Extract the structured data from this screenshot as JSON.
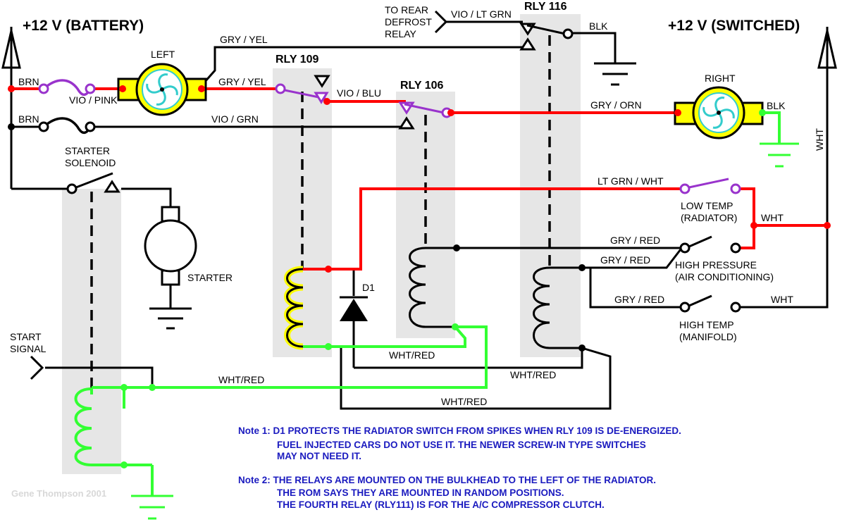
{
  "power": {
    "battery": "+12 V (BATTERY)",
    "switched": "+12 V (SWITCHED)"
  },
  "relays": {
    "rly109": "RLY 109",
    "rly106": "RLY 106",
    "rly116": "RLY 116"
  },
  "fans": {
    "left": "LEFT",
    "right": "RIGHT"
  },
  "wires": {
    "brn_top": "BRN",
    "brn_bottom": "BRN",
    "vio_pink": "VIO / PINK",
    "vio_grn": "VIO / GRN",
    "gry_yel_top": "GRY / YEL",
    "gry_yel_mid": "GRY / YEL",
    "vio_blu": "VIO / BLU",
    "vio_lt_grn": "VIO / LT GRN",
    "blk_rly116": "BLK",
    "gry_orn": "GRY / ORN",
    "blk_right_fan": "BLK",
    "wht_vertical": "WHT",
    "lt_grn_wht": "LT GRN / WHT",
    "wht_switch": "WHT",
    "gry_red_1": "GRY / RED",
    "gry_red_2": "GRY / RED",
    "gry_red_3": "GRY / RED",
    "wht_high_temp": "WHT",
    "wht_red_1": "WHT/RED",
    "wht_red_2": "WHT/RED",
    "wht_red_3": "WHT/RED",
    "wht_red_4": "WHT/RED"
  },
  "defrost": [
    "TO REAR",
    "DEFROST",
    "RELAY"
  ],
  "starter_solenoid": [
    "STARTER",
    "SOLENOID"
  ],
  "starter": "STARTER",
  "start_signal": [
    "START",
    "SIGNAL"
  ],
  "diode": "D1",
  "switches": {
    "low_temp": [
      "LOW TEMP",
      "(RADIATOR)"
    ],
    "high_pressure": [
      "HIGH PRESSURE",
      "(AIR CONDITIONING)"
    ],
    "high_temp": [
      "HIGH TEMP",
      "(MANIFOLD)"
    ]
  },
  "notes": {
    "note1": [
      "Note 1: D1 PROTECTS THE RADIATOR SWITCH FROM SPIKES WHEN RLY 109 IS DE-ENERGIZED.",
      "FUEL INJECTED CARS DO NOT USE IT. THE NEWER SCREW-IN TYPE SWITCHES",
      "MAY NOT NEED IT."
    ],
    "note2": [
      "Note 2: THE RELAYS ARE MOUNTED ON THE BULKHEAD TO THE LEFT OF THE RADIATOR.",
      "THE ROM SAYS THEY ARE MOUNTED IN RANDOM POSITIONS.",
      "THE FOURTH RELAY (RLY111) IS FOR THE A/C COMPRESSOR CLUTCH."
    ]
  },
  "credit": "Gene Thompson 2001",
  "colors": {
    "wire_black": "#000000",
    "wire_red": "#ff0000",
    "wire_green": "#33ff33",
    "wire_purple": "#9933cc",
    "fan_highlight": "#ffff00",
    "fan_blades": "#33cccc",
    "relay_shade": "#e6e6e6",
    "note_text": "#1a1abf"
  }
}
